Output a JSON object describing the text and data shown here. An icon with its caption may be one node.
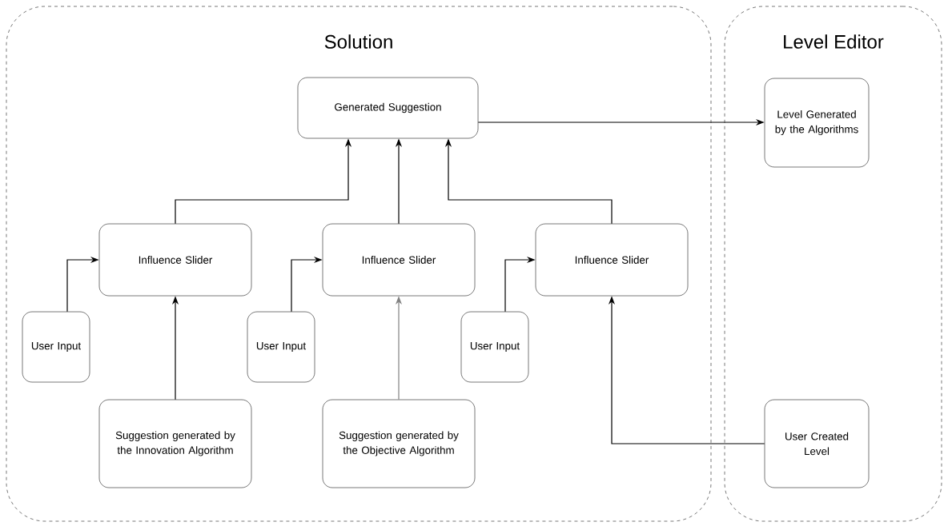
{
  "diagram": {
    "nodes": [
      {
        "text": [
          "Solution"
        ]
      },
      {
        "text": [
          "Level Editor"
        ]
      },
      {
        "text": [
          "Generated Suggestion"
        ],
        "in": 0
      },
      {
        "text": [
          "Level Generated by the Algorithms"
        ],
        "in": 1
      },
      {
        "text": [
          "Influence Slider"
        ],
        "in": 0
      },
      {
        "text": [
          "Influence Slider"
        ],
        "in": 0
      },
      {
        "text": [
          "Influence Slider"
        ],
        "in": 0
      },
      {
        "text": [
          "User Input"
        ],
        "in": 0
      },
      {
        "text": [
          "Suggestion generated by the Innovation Algorithm"
        ],
        "in": 0
      },
      {
        "text": [
          "User Input"
        ],
        "in": 0
      },
      {
        "text": [
          "Suggestion generated by the Objective Algorithm"
        ],
        "in": 0
      },
      {
        "text": [
          "User Input"
        ],
        "in": 0
      },
      {
        "text": [
          "User Created Level"
        ],
        "in": 1
      }
    ],
    "edges": [
      {
        "from": 2,
        "to": 3,
        "arrow": "to"
      },
      {
        "from": 4,
        "to": 2,
        "arrow": "to"
      },
      {
        "from": 5,
        "to": 2,
        "arrow": "to"
      },
      {
        "from": 6,
        "to": 2,
        "arrow": "to"
      },
      {
        "from": 7,
        "to": 4,
        "arrow": "to"
      },
      {
        "from": 8,
        "to": 4,
        "arrow": "to"
      },
      {
        "from": 9,
        "to": 5,
        "arrow": "to"
      },
      {
        "from": 10,
        "to": 5,
        "arrow": "to",
        "color": "#808080"
      },
      {
        "from": 11,
        "to": 6,
        "arrow": "to"
      },
      {
        "from": 12,
        "to": 6,
        "arrow": "to"
      }
    ]
  }
}
